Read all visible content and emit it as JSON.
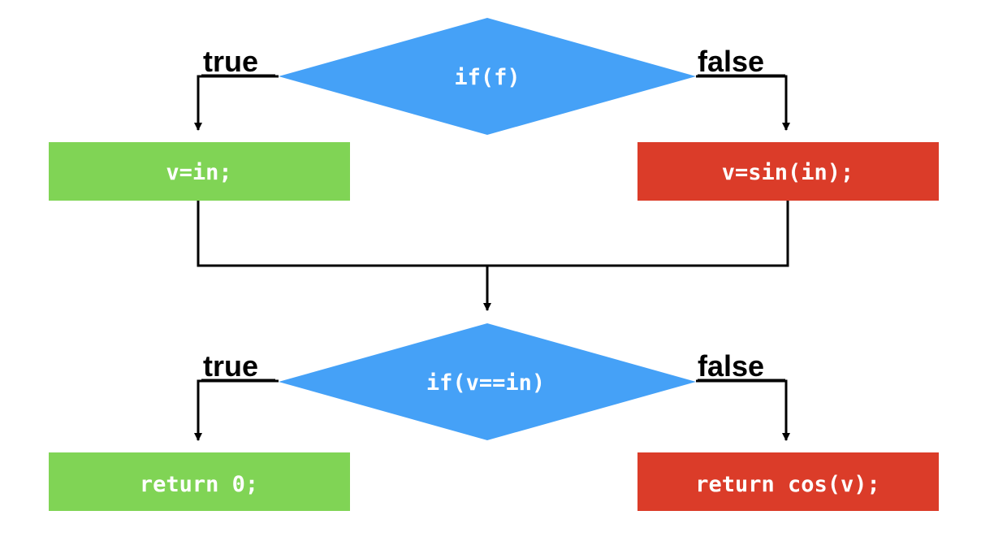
{
  "colors": {
    "decision": "#45a1f7",
    "true_block": "#80d455",
    "false_block": "#db3c29",
    "edge": "#000000",
    "text_on_shape": "#ffffff"
  },
  "decision_1": {
    "label": "if(f)",
    "true_label": "true",
    "false_label": "false"
  },
  "block_true_1": {
    "label": "v=in;"
  },
  "block_false_1": {
    "label": "v=sin(in);"
  },
  "decision_2": {
    "label": "if(v==in)",
    "true_label": "true",
    "false_label": "false"
  },
  "block_true_2": {
    "label": "return 0;"
  },
  "block_false_2": {
    "label": "return cos(v);"
  }
}
